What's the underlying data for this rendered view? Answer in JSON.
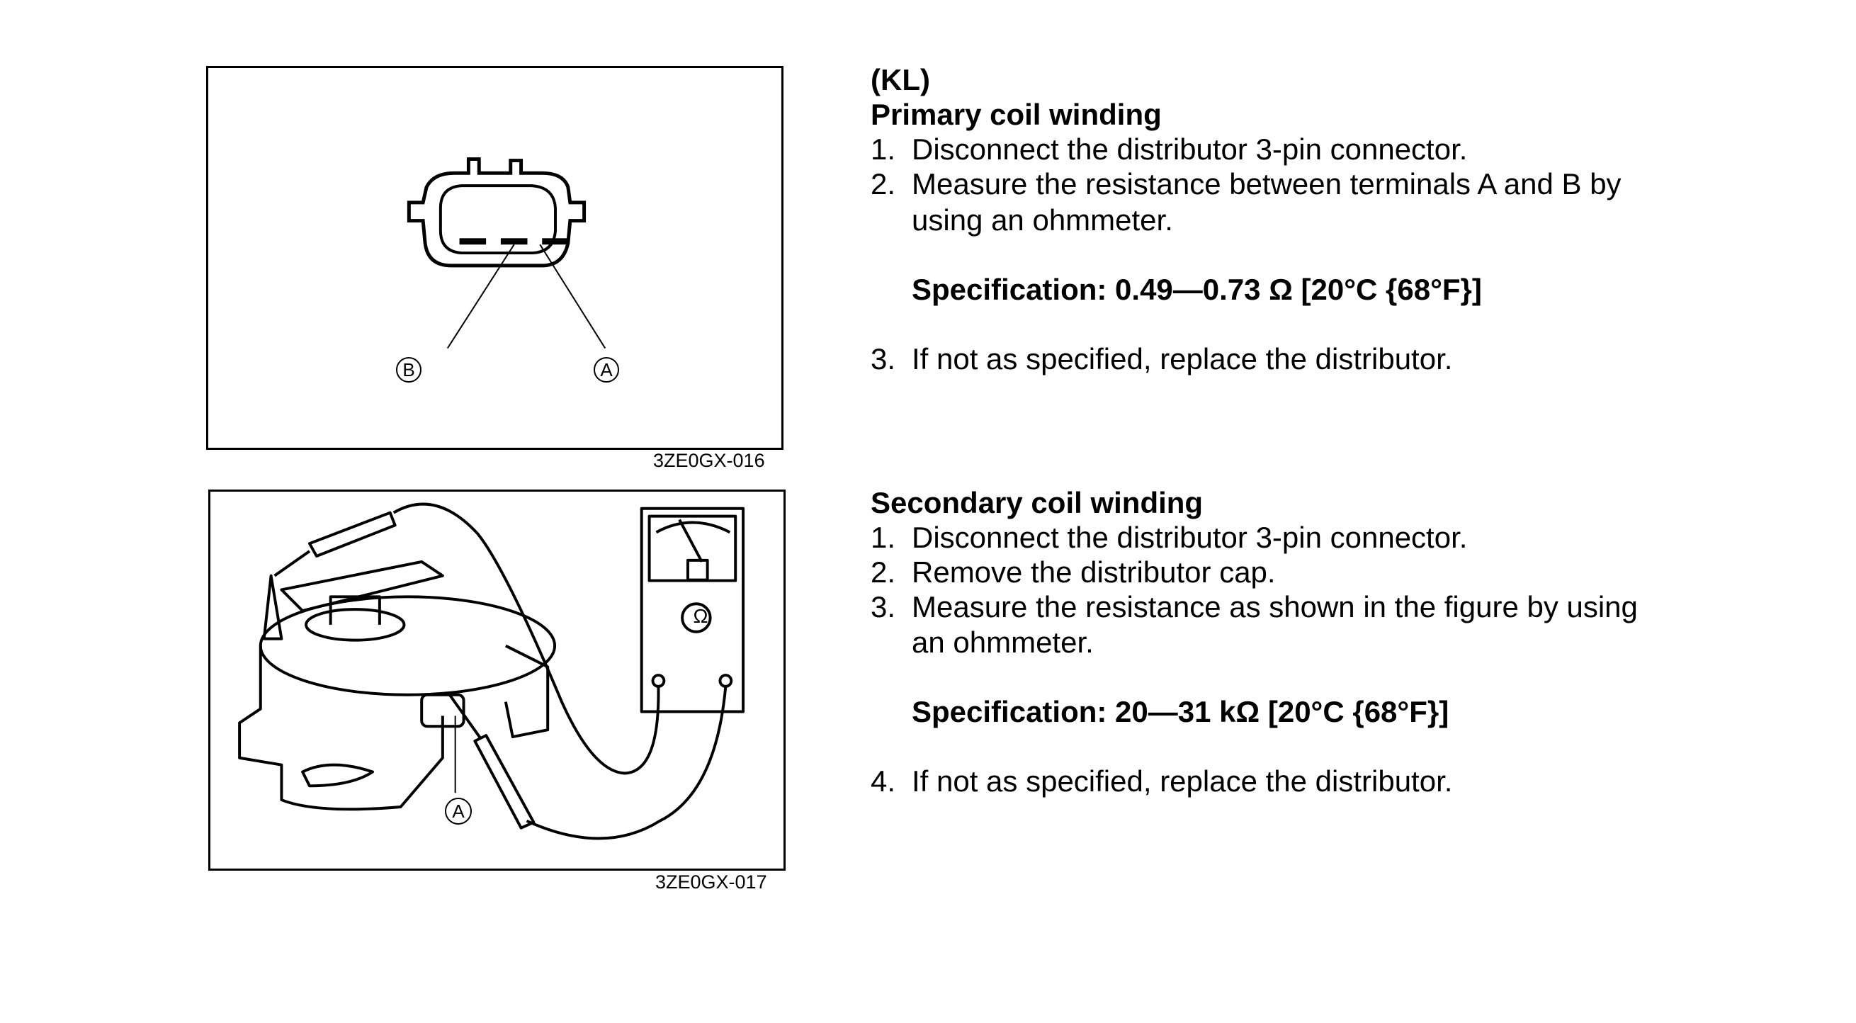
{
  "figures": [
    {
      "caption": "3ZE0GX-016",
      "labels": [
        "B",
        "A"
      ]
    },
    {
      "caption": "3ZE0GX-017",
      "labels": [
        "A"
      ],
      "meter_symbol": "Ω"
    }
  ],
  "section_model": "(KL)",
  "primary": {
    "title": "Primary coil winding",
    "steps": [
      {
        "n": "1.",
        "text": "Disconnect the distributor 3-pin connector."
      },
      {
        "n": "2.",
        "text": "Measure the resistance between terminals A and B by",
        "cont": "using an ohmmeter."
      },
      {
        "n": "3.",
        "text": "If not as specified, replace the distributor."
      }
    ],
    "spec": "Specification: 0.49—0.73 Ω [20°C {68°F}]"
  },
  "secondary": {
    "title": "Secondary coil winding",
    "steps": [
      {
        "n": "1.",
        "text": "Disconnect the distributor 3-pin connector."
      },
      {
        "n": "2.",
        "text": "Remove the distributor cap."
      },
      {
        "n": "3.",
        "text": "Measure the resistance as shown in the figure by using",
        "cont": "an ohmmeter."
      },
      {
        "n": "4.",
        "text": "If not as specified, replace the distributor."
      }
    ],
    "spec": "Specification: 20—31 kΩ [20°C {68°F}]"
  }
}
